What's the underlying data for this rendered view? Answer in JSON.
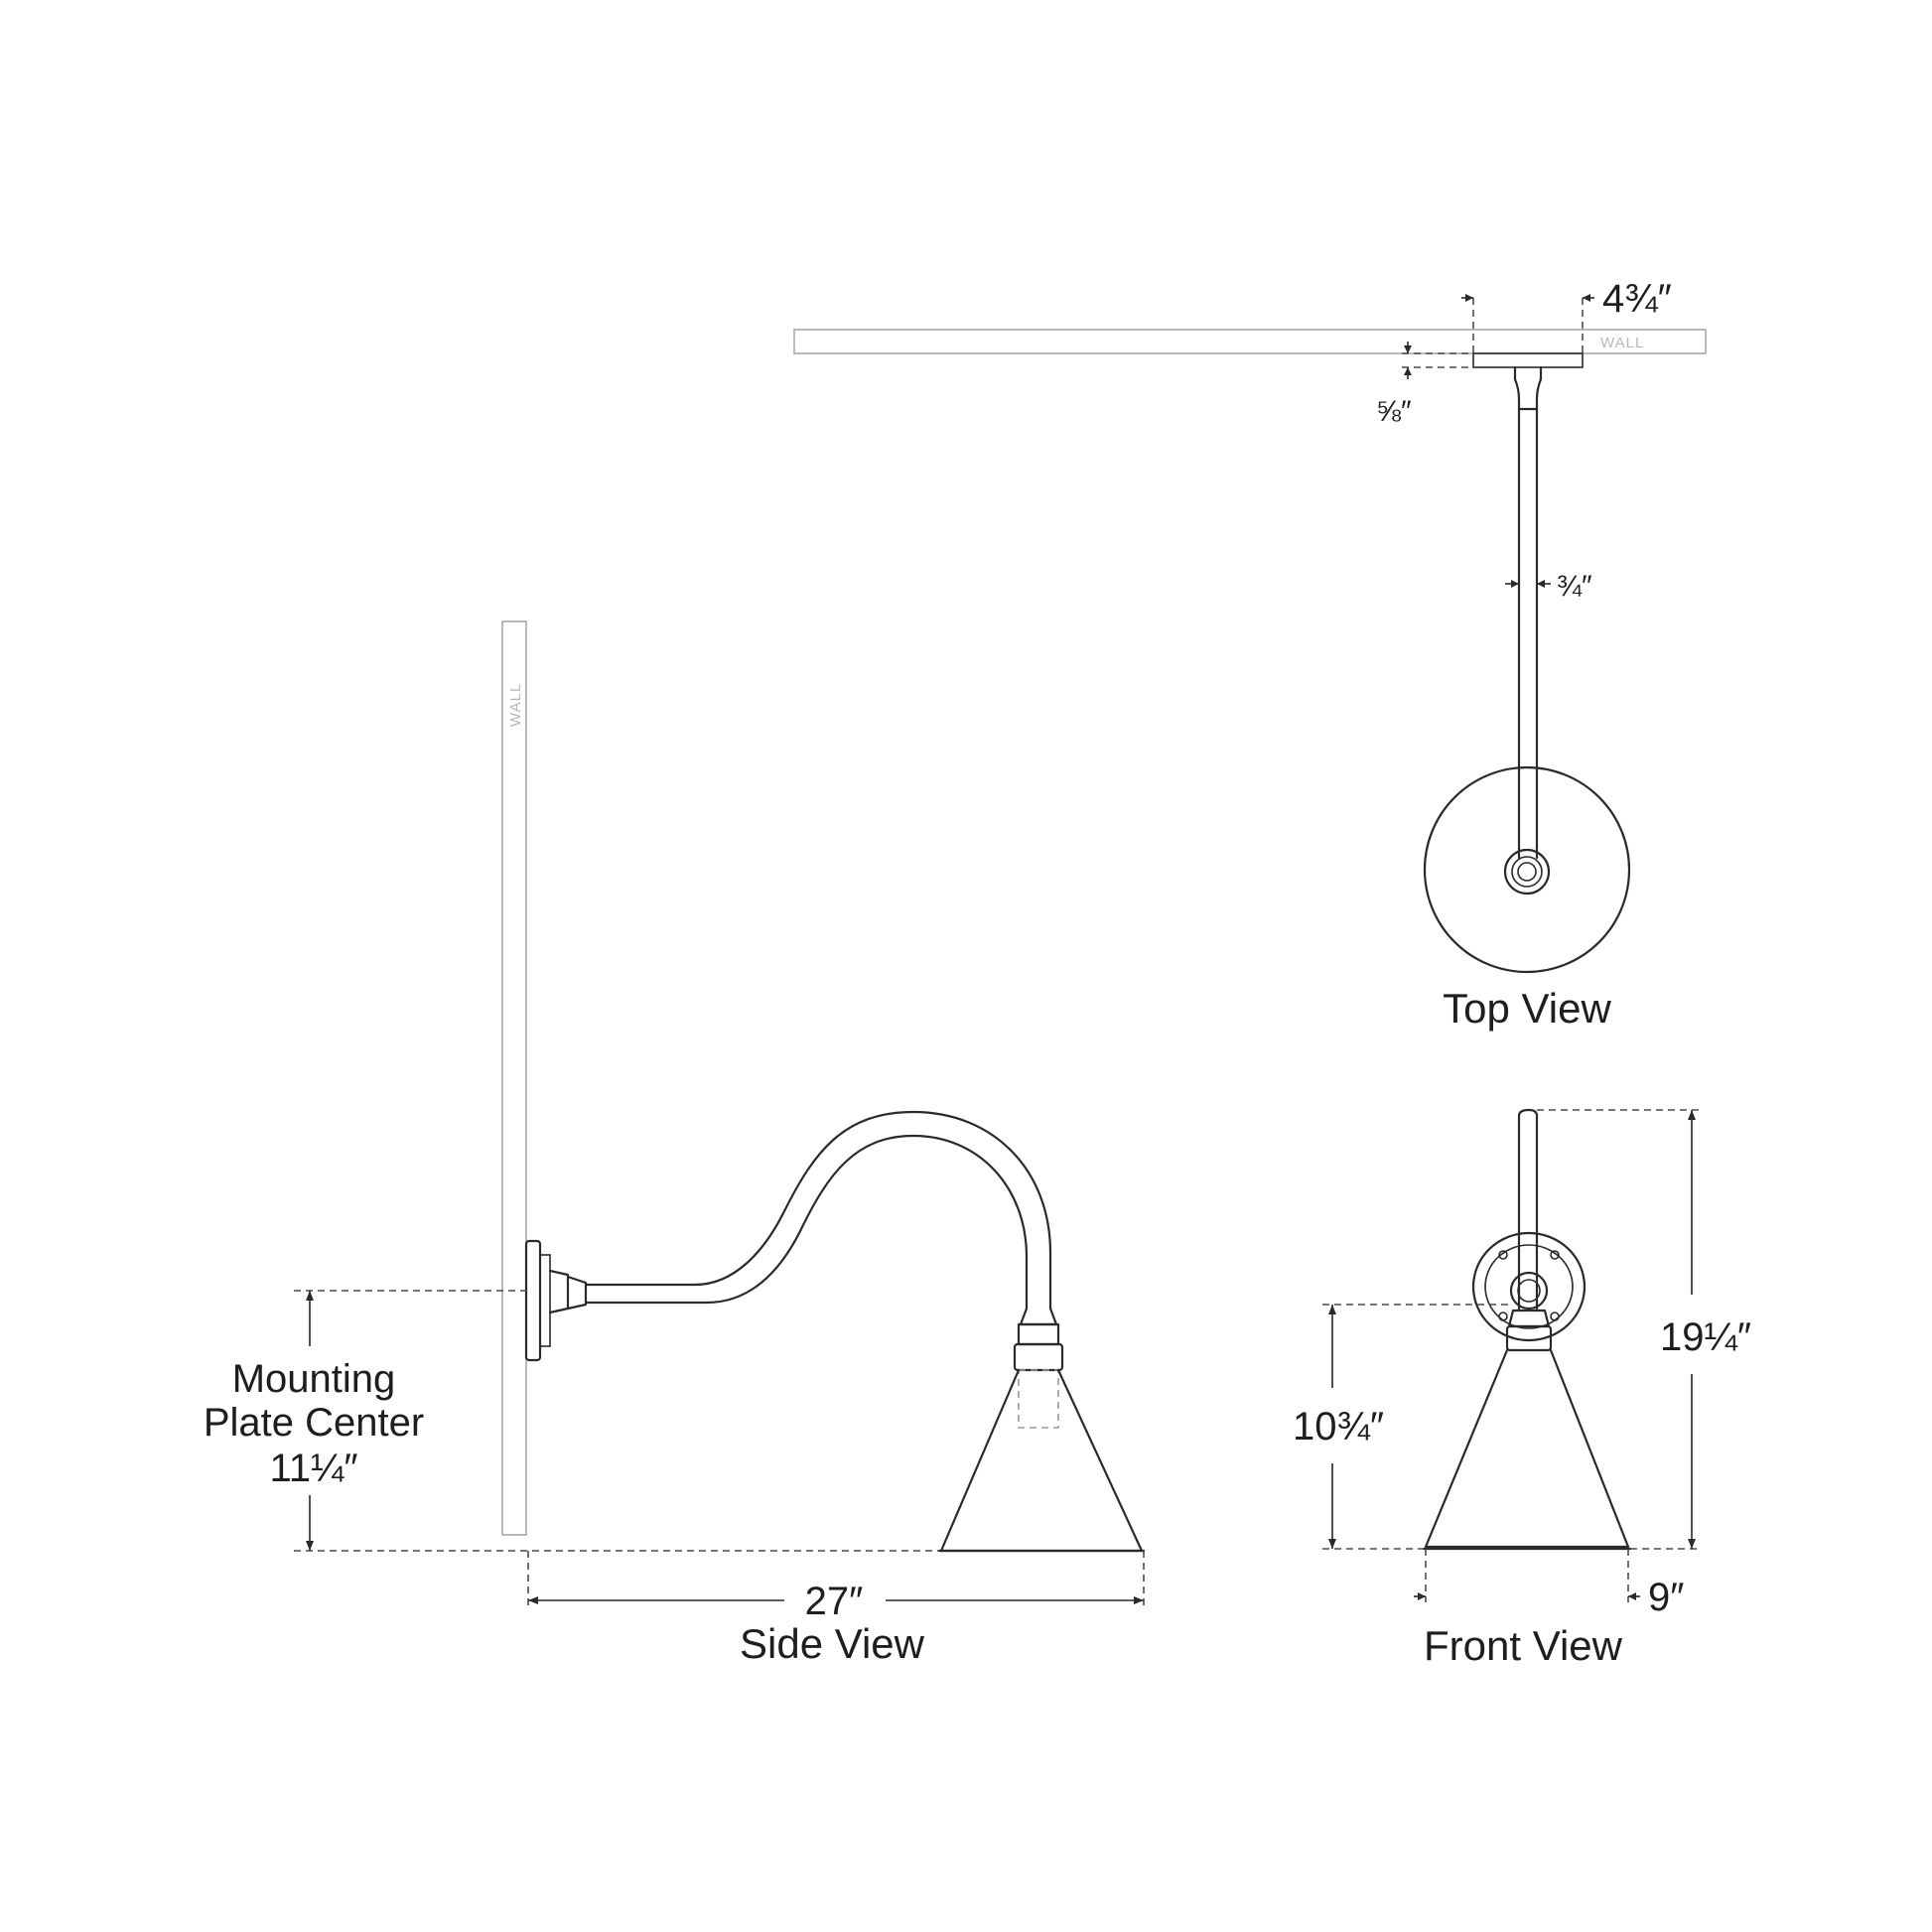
{
  "views": {
    "side": {
      "title": "Side View"
    },
    "top": {
      "title": "Top View"
    },
    "front": {
      "title": "Front View"
    }
  },
  "wall_label": "WALL",
  "dimensions": {
    "side_projection": "27″",
    "mounting_label_line1": "Mounting",
    "mounting_label_line2": "Plate Center",
    "mounting_value": "11¼″",
    "backplate_width": "4¾″",
    "backplate_depth": "⅝″",
    "arm_diameter": "¾″",
    "overall_height": "19¼″",
    "shade_height": "10¾″",
    "shade_width": "9″"
  },
  "colors": {
    "line": "#2a2a2a",
    "wall_hatch": "#b4b4b4",
    "background": "#ffffff"
  }
}
